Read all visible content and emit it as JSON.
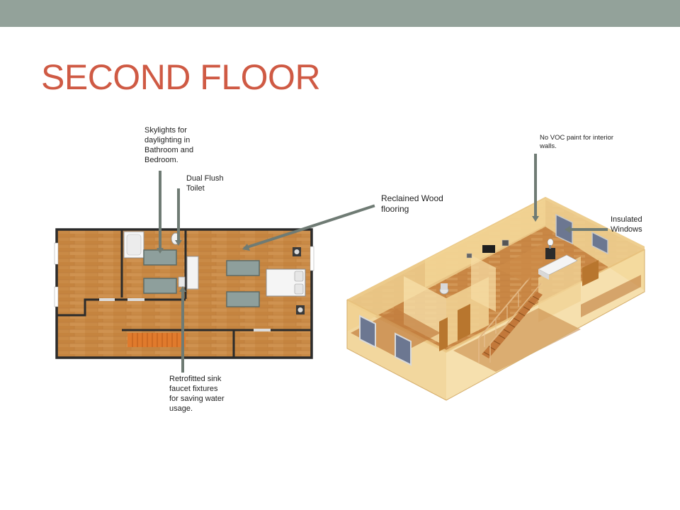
{
  "slide": {
    "title": "SECOND FLOOR",
    "band_color": "#93a29a",
    "title_color": "#cf5a44"
  },
  "callouts": {
    "skylights": "Skylights for\ndaylighting in\nBathroom and\nBedroom.",
    "toilet": "Dual Flush\nToilet",
    "wood": "Reclained  Wood\nflooring",
    "sink": "Retrofitted sink\nfaucet fixtures\nfor saving water\nusage.",
    "voc": "No VOC paint for interior\nwalls.",
    "windows": "Insulated\nWindows"
  },
  "colors": {
    "wood_floor": "#c98a46",
    "wall_beige": "#efcf8f",
    "leader_line": "#6f7b74"
  }
}
